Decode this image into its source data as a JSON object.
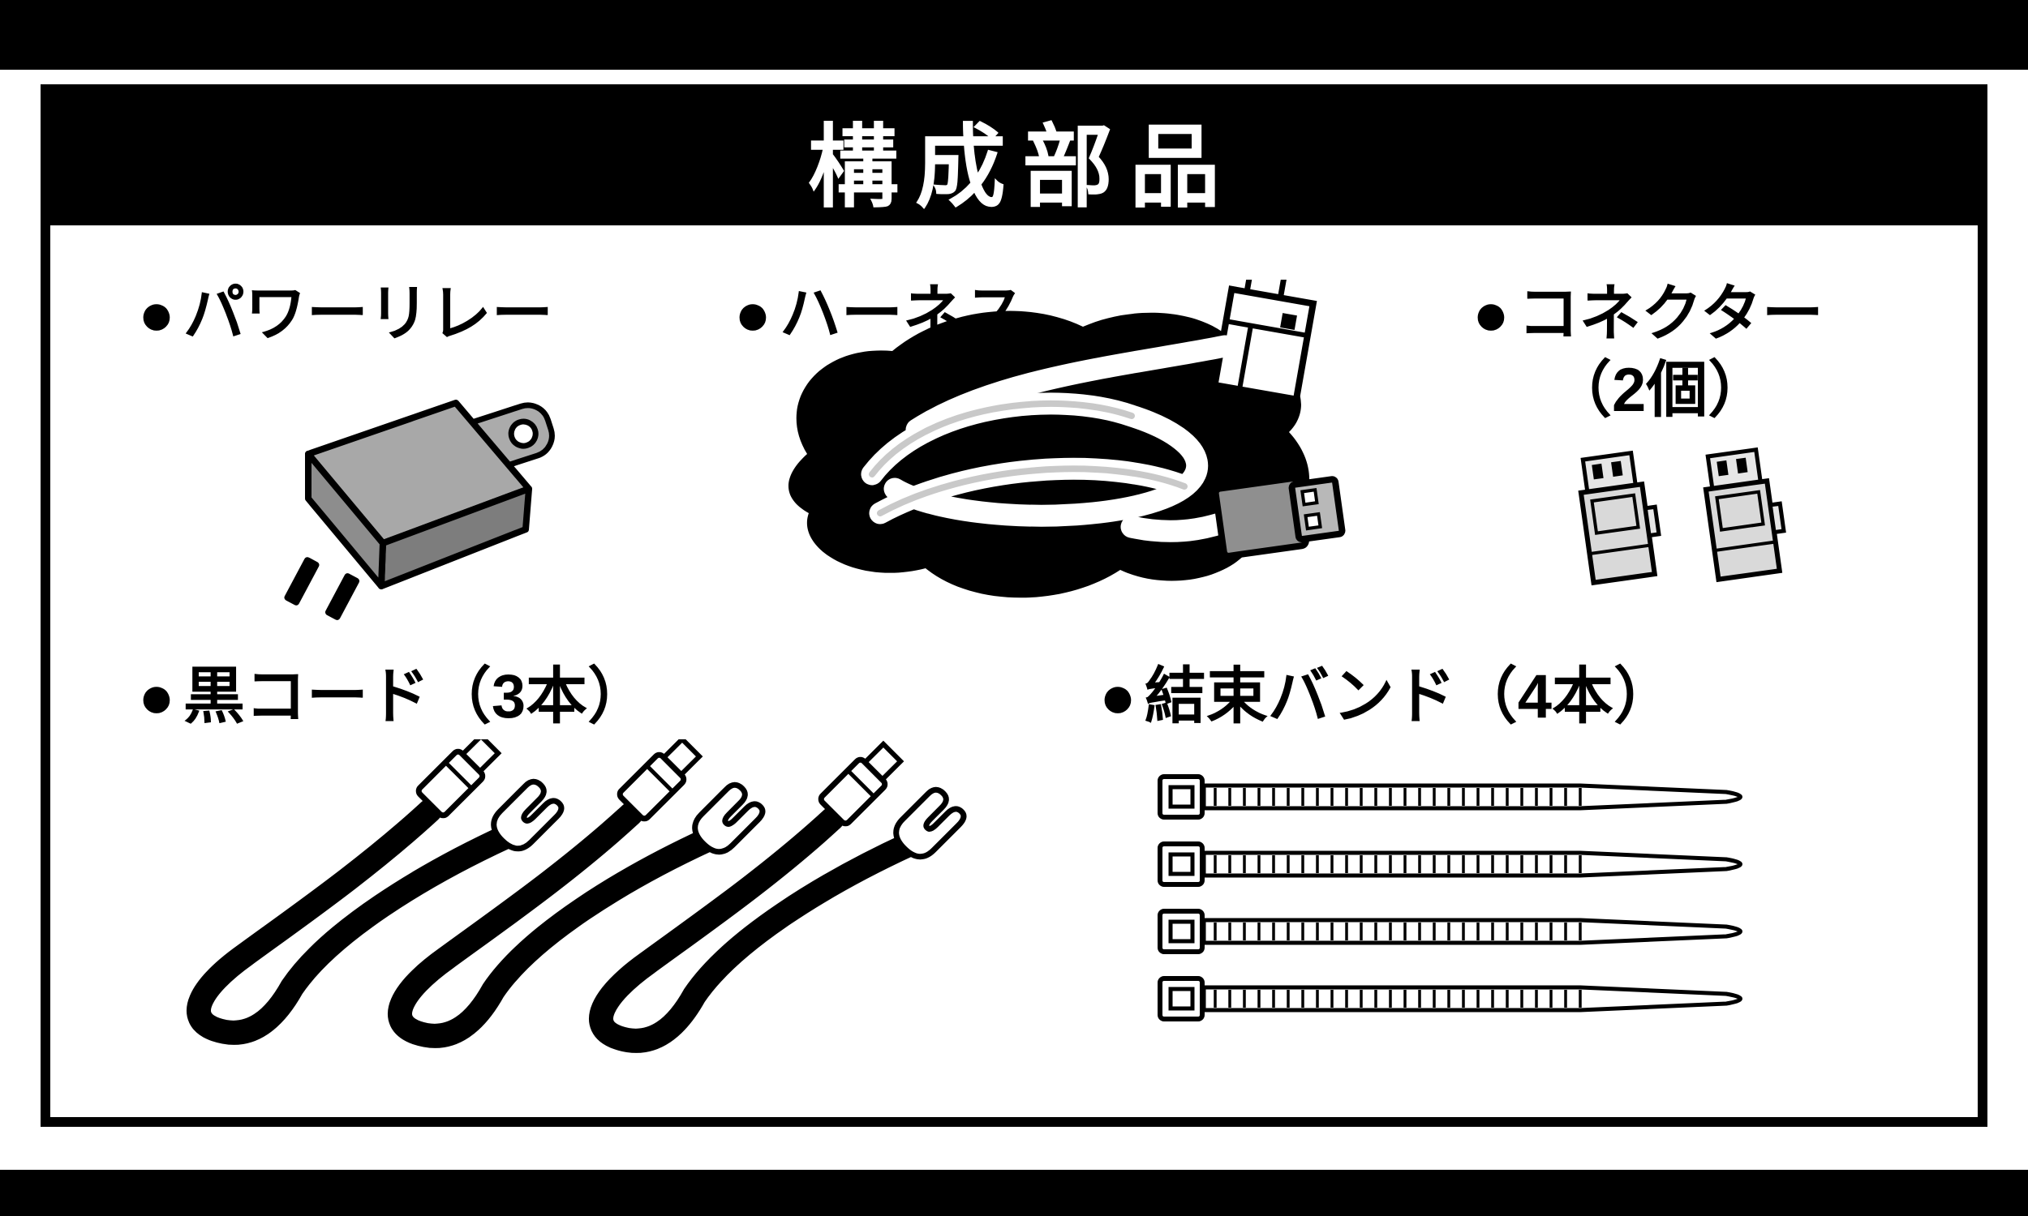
{
  "title": "構成部品",
  "bullet": "●",
  "parts": {
    "power_relay": {
      "label": "パワーリレー"
    },
    "harness": {
      "label": "ハーネス"
    },
    "connector": {
      "label": "コネクター",
      "quantity": "（2個）"
    },
    "black_cord": {
      "label": "黒コード（3本）"
    },
    "cable_tie": {
      "label": "結束バンド（4本）"
    }
  },
  "icons": {
    "power_relay": "power-relay-illustration",
    "harness": "harness-illustration",
    "connector": "connector-pair-illustration",
    "black_cord": "black-cords-illustration",
    "cable_tie": "cable-ties-illustration"
  },
  "colors": {
    "background": "#ffffff",
    "foreground": "#000000",
    "title_bar_bg": "#000000",
    "title_text": "#ffffff",
    "relay_gray": "#a8a8a8",
    "relay_dark_gray": "#7d7d7d",
    "connector_light_gray": "#d9d9d9",
    "harness_connector_gray": "#8f8f8f"
  }
}
